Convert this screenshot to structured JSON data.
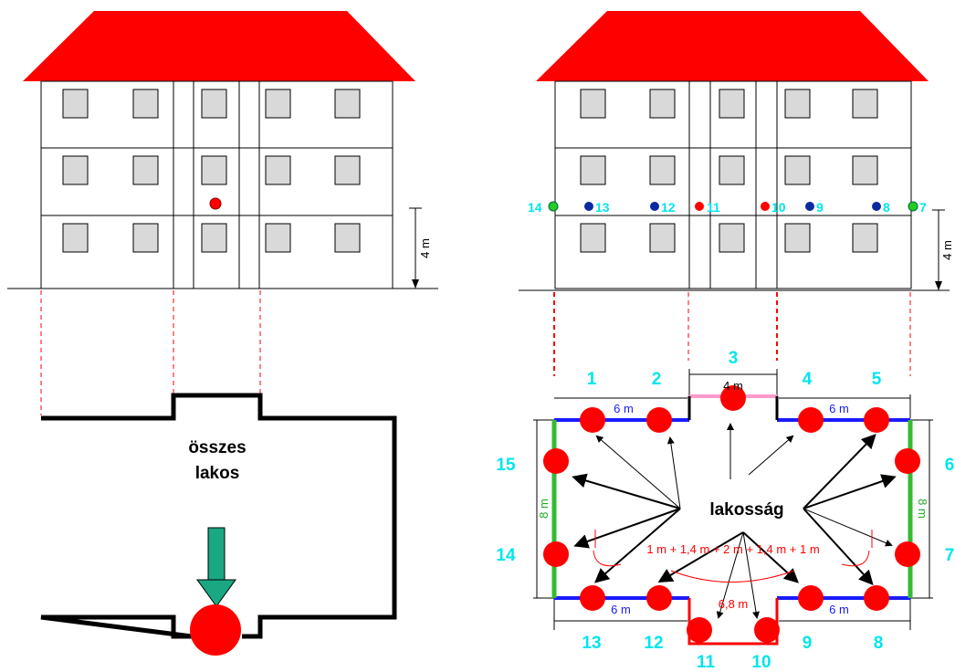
{
  "colors": {
    "roof": "#ff0000",
    "wall": "#ffffff",
    "window": "#d9d9d9",
    "dashed": "#ff0000",
    "dot_red": "#ff0000",
    "dot_blue": "#0a2aa0",
    "dot_green": "#22cc22",
    "label_cyan": "#00e5ee",
    "edge_blue": "#1a1aff",
    "edge_green": "#33bb33",
    "edge_pink": "#ff99cc",
    "arrow_teal": "#1aa882"
  },
  "left_panel": {
    "height_label": "4 m",
    "center_text_line1": "összes",
    "center_text_line2": "lakos",
    "arrow_icon": "down-arrow-icon"
  },
  "right_panel": {
    "height_label": "4 m",
    "facade_point_labels": [
      "14",
      "13",
      "12",
      "11",
      "10",
      "9",
      "8",
      "7"
    ],
    "plan_labels": {
      "p1": "1",
      "p2": "2",
      "p3": "3",
      "p4": "4",
      "p5": "5",
      "p6": "6",
      "p7": "7",
      "p8": "8",
      "p9": "9",
      "p10": "10",
      "p11": "11",
      "p12": "12",
      "p13": "13",
      "p14": "14",
      "p15": "15"
    },
    "dim_top_left": "6 m",
    "dim_top_right": "6 m",
    "dim_top_center": "4 m",
    "dim_bottom_left": "6 m",
    "dim_bottom_right": "6 m",
    "dim_side_left": "8 m",
    "dim_side_right": "8 m",
    "center_text": "lakosság",
    "sum_text": "1 m + 1,4 m + 2 m + 1,4 m + 1 m",
    "sum_result": "6,8 m"
  }
}
